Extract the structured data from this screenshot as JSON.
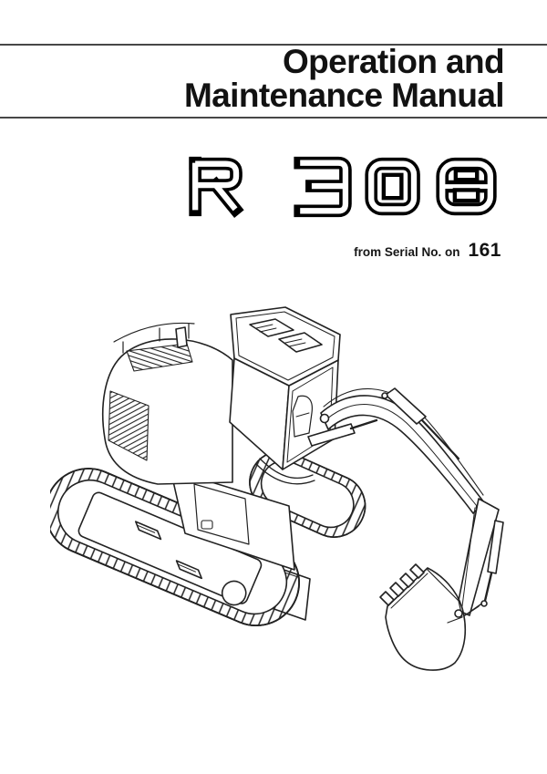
{
  "page": {
    "background": "#ffffff",
    "ink": "#1c1c1c",
    "rule_color": "#474747"
  },
  "header": {
    "title_line1": "Operation and",
    "title_line2": "Maintenance Manual"
  },
  "logo": {
    "text": "R 308",
    "style": "outlined block letters, white fill with black contour"
  },
  "serial": {
    "label": "from Serial No. on",
    "number": "161"
  },
  "illustration": {
    "name": "excavator-line-drawing",
    "alt": "Black and white isometric line drawing of a crawler excavator with cab, engine housing, twin tracks, boom, stick and toothed bucket"
  }
}
